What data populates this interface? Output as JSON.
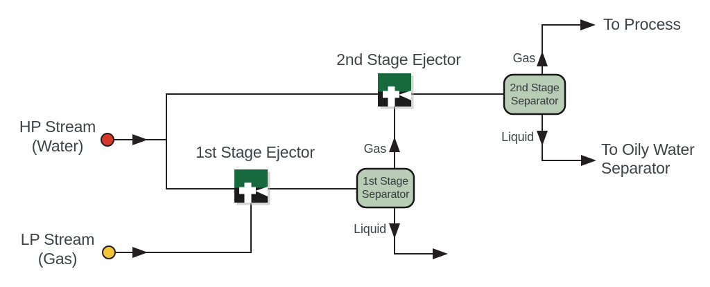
{
  "colors": {
    "line": "#231f20",
    "text": "#3e4347",
    "ejector_green": "#17693e",
    "ejector_dark": "#1c1c1c",
    "separator_fill": "#b9ccb5",
    "separator_border": "#161616",
    "hp_dot": "#d6392b",
    "lp_dot": "#f2c438"
  },
  "streams": {
    "hp": {
      "line1": "HP Stream",
      "line2": "(Water)"
    },
    "lp": {
      "line1": "LP Stream",
      "line2": "(Gas)"
    }
  },
  "ejectors": {
    "first": {
      "label": "1st Stage Ejector"
    },
    "second": {
      "label": "2nd Stage Ejector"
    }
  },
  "separators": {
    "first": {
      "line1": "1st Stage",
      "line2": "Separator"
    },
    "second": {
      "line1": "2nd Stage",
      "line2": "Separator"
    }
  },
  "flows": {
    "gas_first": "Gas",
    "liquid_first": "Liquid",
    "gas_second": "Gas",
    "liquid_second": "Liquid"
  },
  "outputs": {
    "process": "To Process",
    "oily_water_line1": "To Oily Water",
    "oily_water_line2": "Separator"
  }
}
